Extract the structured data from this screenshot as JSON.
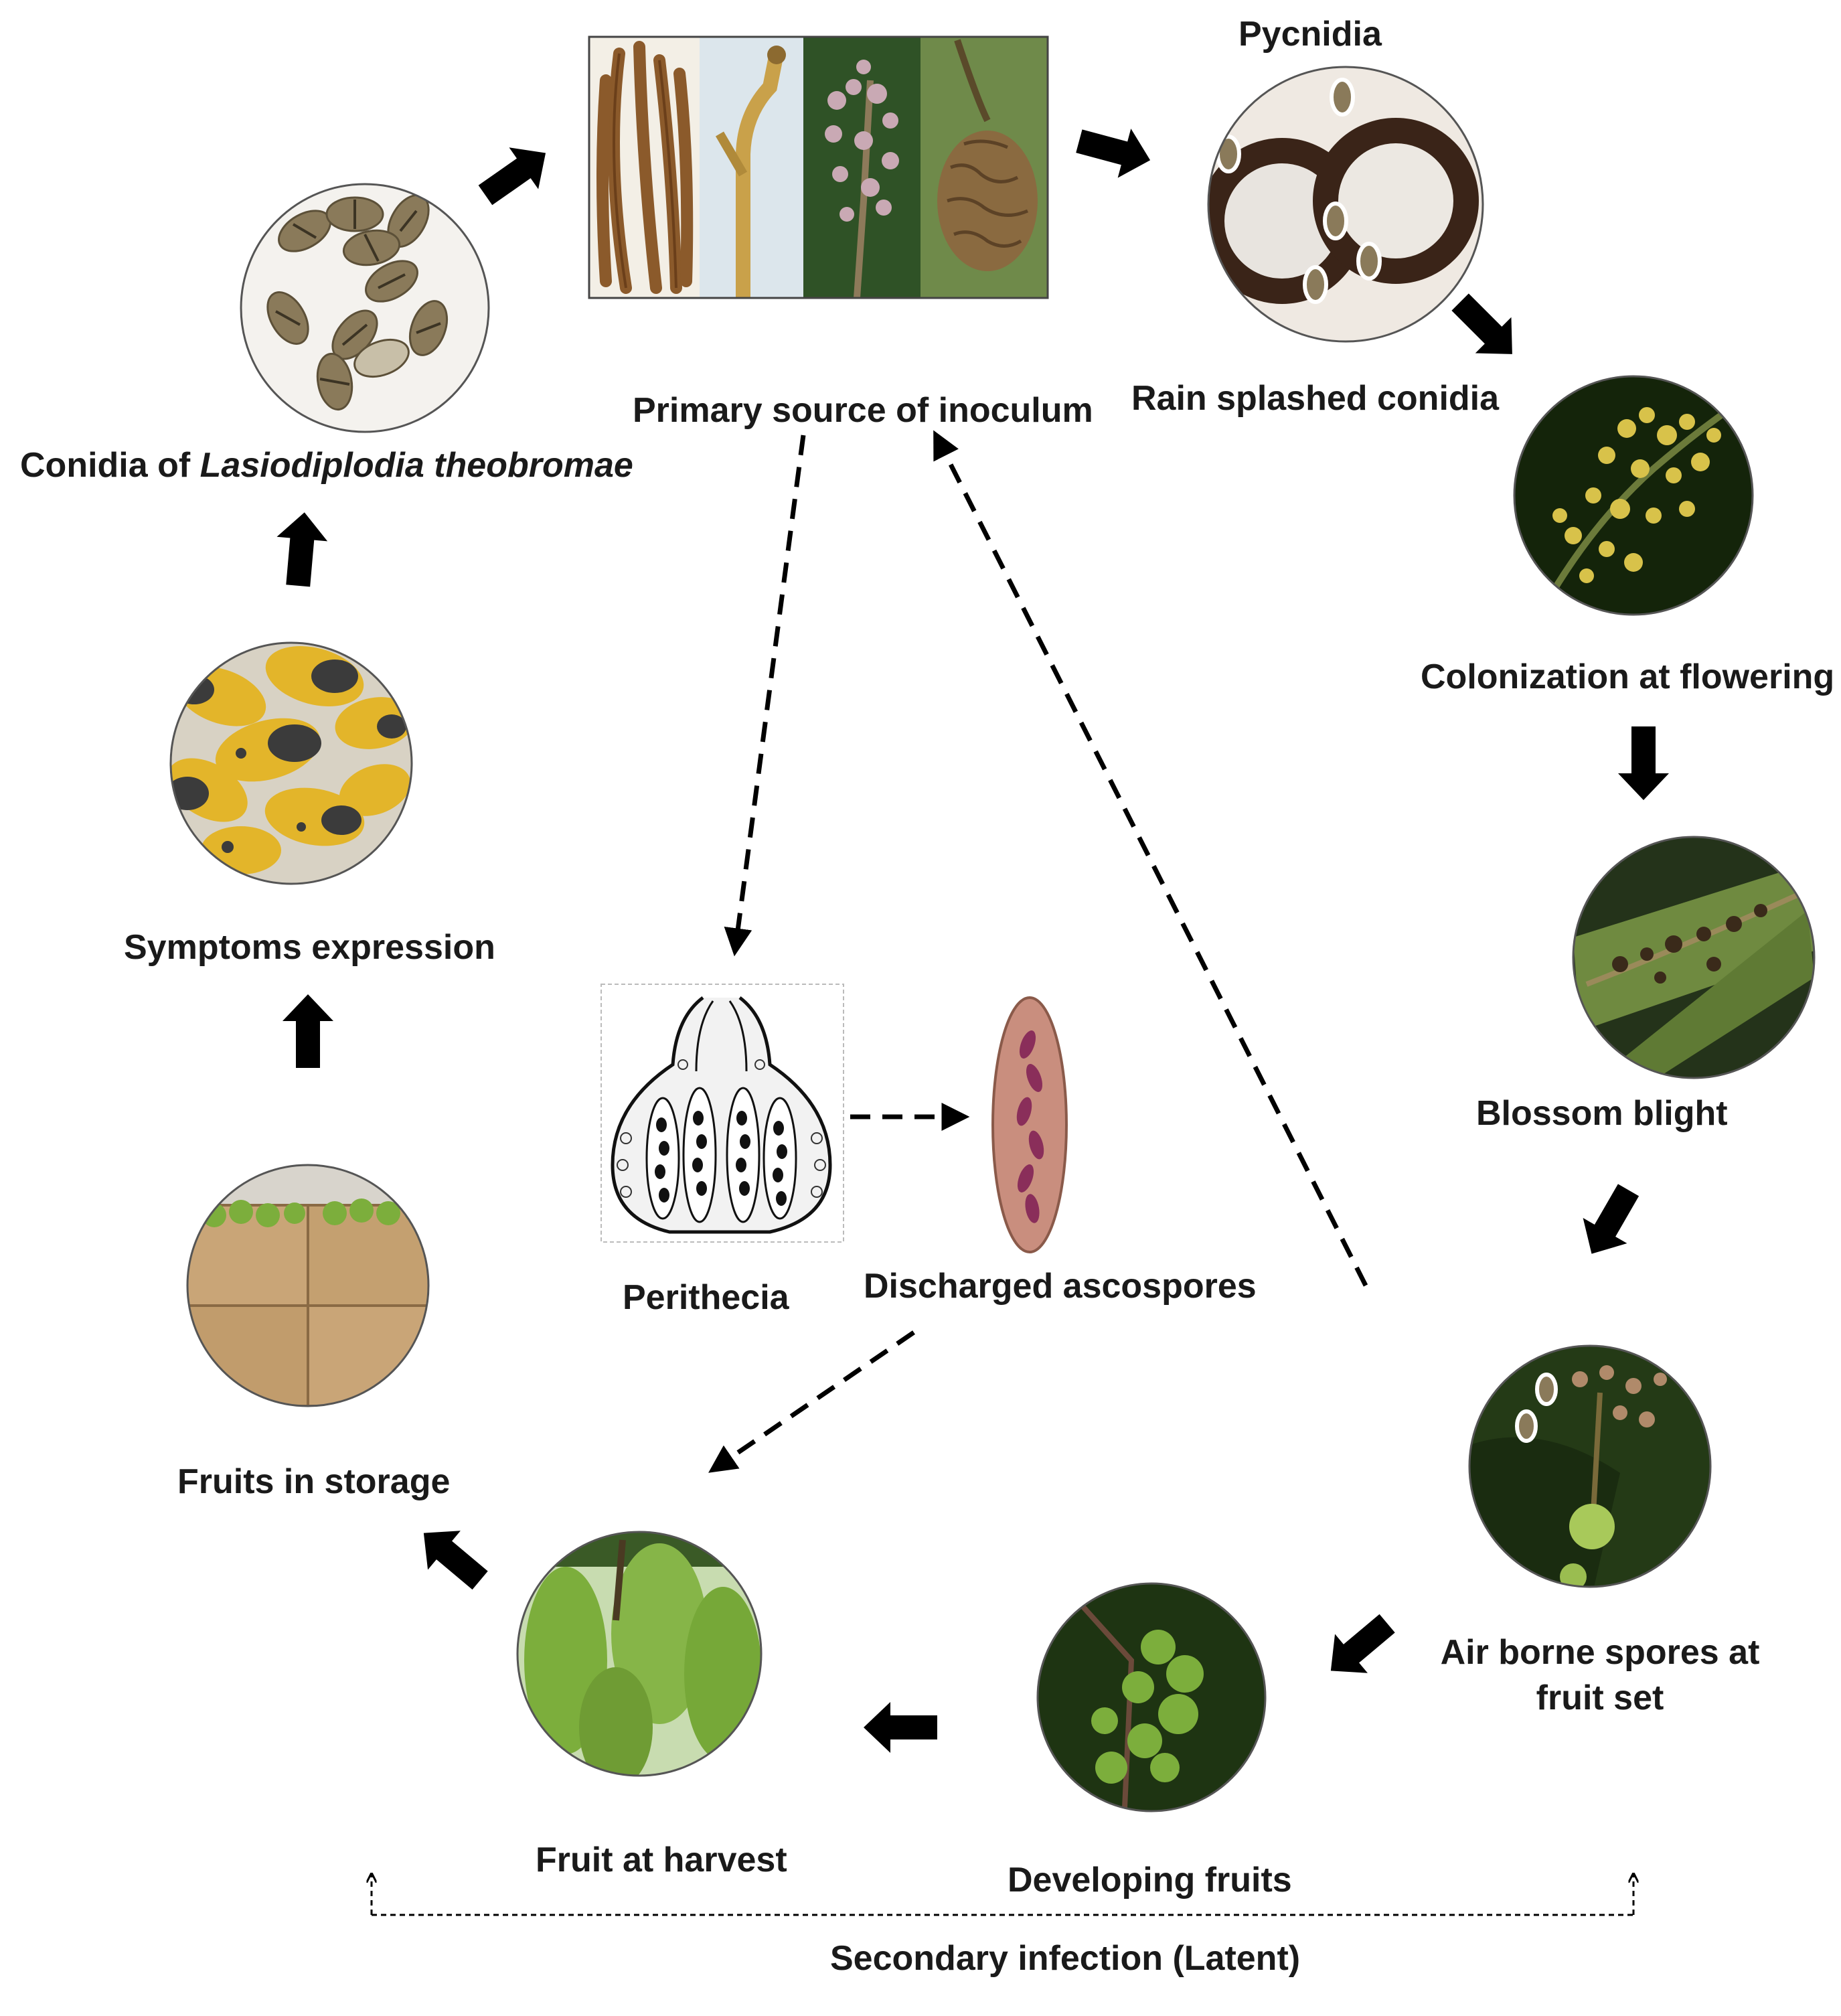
{
  "labels": {
    "conidia_prefix": "Conidia of ",
    "conidia_species": "Lasiodiplodia theobromae",
    "primary_source": "Primary source of inoculum",
    "pycnidia": "Pycnidia",
    "rain_splashed": "Rain splashed conidia",
    "colonization": "Colonization at flowering",
    "blossom_blight": "Blossom blight",
    "air_borne_line1": "Air borne spores at",
    "air_borne_line2": "fruit set",
    "developing_fruits": "Developing fruits",
    "fruit_harvest": "Fruit at harvest",
    "fruits_storage": "Fruits in storage",
    "symptoms": "Symptoms expression",
    "perithecia": "Perithecia",
    "discharged": "Discharged ascospores",
    "secondary_infection": "Secondary infection (Latent)"
  },
  "colors": {
    "arrow": "#000000",
    "mango_green": "#7cae3c",
    "mango_yellow": "#e3b52a",
    "lesion": "#3b3b3b",
    "conidia_brown": "#8a7a5a",
    "pycnidia_dark": "#3a2418",
    "foliage": "#1f3a12",
    "cardboard": "#c9a577",
    "ascus_pink": "#c98e7e"
  }
}
